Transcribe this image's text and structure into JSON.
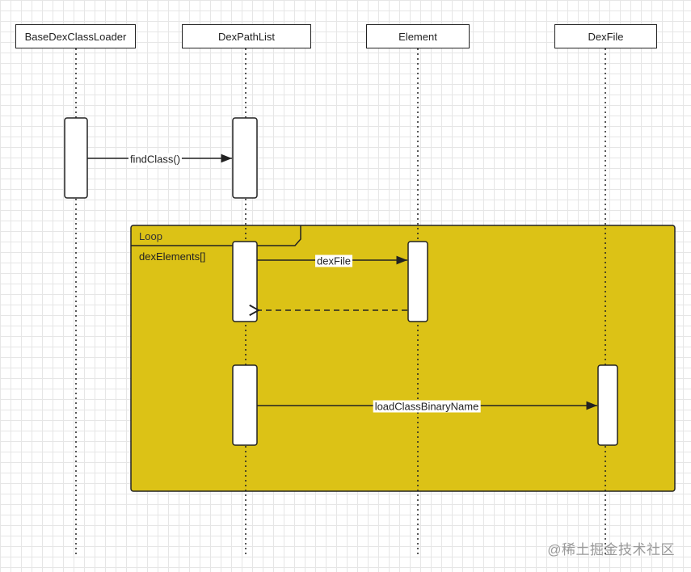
{
  "lifelines": [
    {
      "name": "BaseDexClassLoader"
    },
    {
      "name": "DexPathList"
    },
    {
      "name": "Element"
    },
    {
      "name": "DexFile"
    }
  ],
  "loop_frame": {
    "operator": "Loop",
    "guard": "dexElements[]",
    "fill_color": "#dcc216"
  },
  "messages": [
    {
      "label": "findClass()",
      "from": "BaseDexClassLoader",
      "to": "DexPathList",
      "kind": "sync"
    },
    {
      "label": "dexFile",
      "from": "DexPathList",
      "to": "Element",
      "kind": "sync"
    },
    {
      "label": "",
      "from": "Element",
      "to": "DexPathList",
      "kind": "return"
    },
    {
      "label": "loadClassBinaryName",
      "from": "DexPathList",
      "to": "DexFile",
      "kind": "sync"
    }
  ],
  "watermark": "@稀土掘金技术社区"
}
